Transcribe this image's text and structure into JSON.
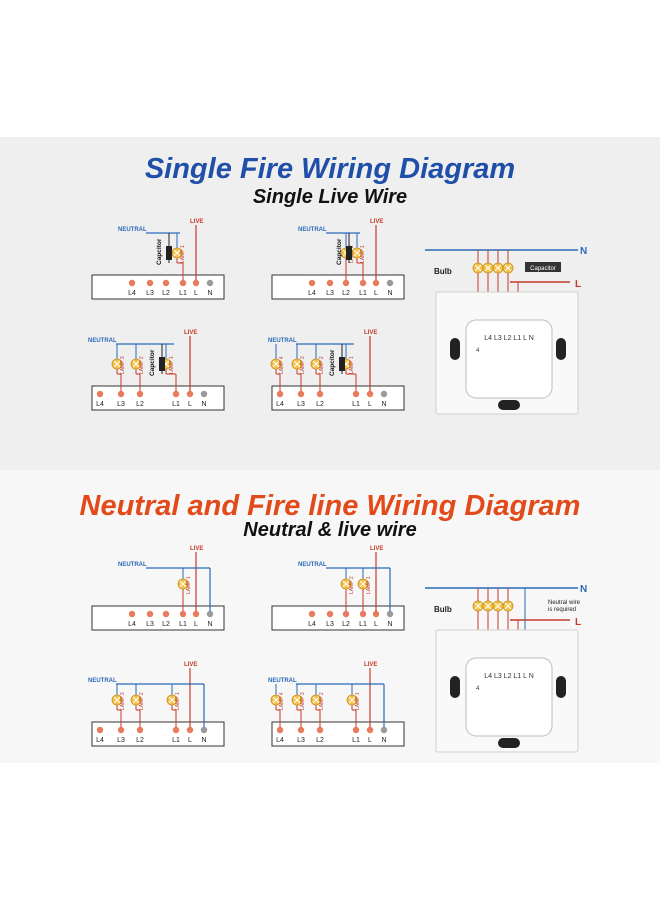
{
  "section1": {
    "title": "Single Fire Wiring Diagram",
    "subtitle": "Single Live Wire"
  },
  "section2": {
    "title": "Neutral and Fire line Wiring Diagram",
    "subtitle": "Neutral & live wire"
  },
  "labels": {
    "neutral": "NEUTRAL",
    "live": "LIVE",
    "capacitor_short": "Capcitor",
    "capacitor": "Capacitor",
    "bulb": "Bulb",
    "n": "N",
    "l": "L",
    "neutral_note_1": "Neutral wire",
    "neutral_note_2": "is required",
    "terminals": [
      "L4",
      "L3",
      "L2",
      "L1",
      "L",
      "N"
    ],
    "lamps": [
      "LAMP 1",
      "LAMP 2",
      "LAMP 3",
      "LAMP 4"
    ]
  },
  "device_label": {
    "terminals_row": "L4 L3 L2 L1 L N",
    "gang_count": "4"
  },
  "colors": {
    "title_blue": "#1f4fa8",
    "title_red": "#e24a1a",
    "neutral_wire": "#2a6ab8",
    "live_wire": "#c53a2a",
    "lamp": "#f2c24a",
    "terminal": "#e87a5e",
    "neutral_terminal": "#9a9a9a"
  }
}
